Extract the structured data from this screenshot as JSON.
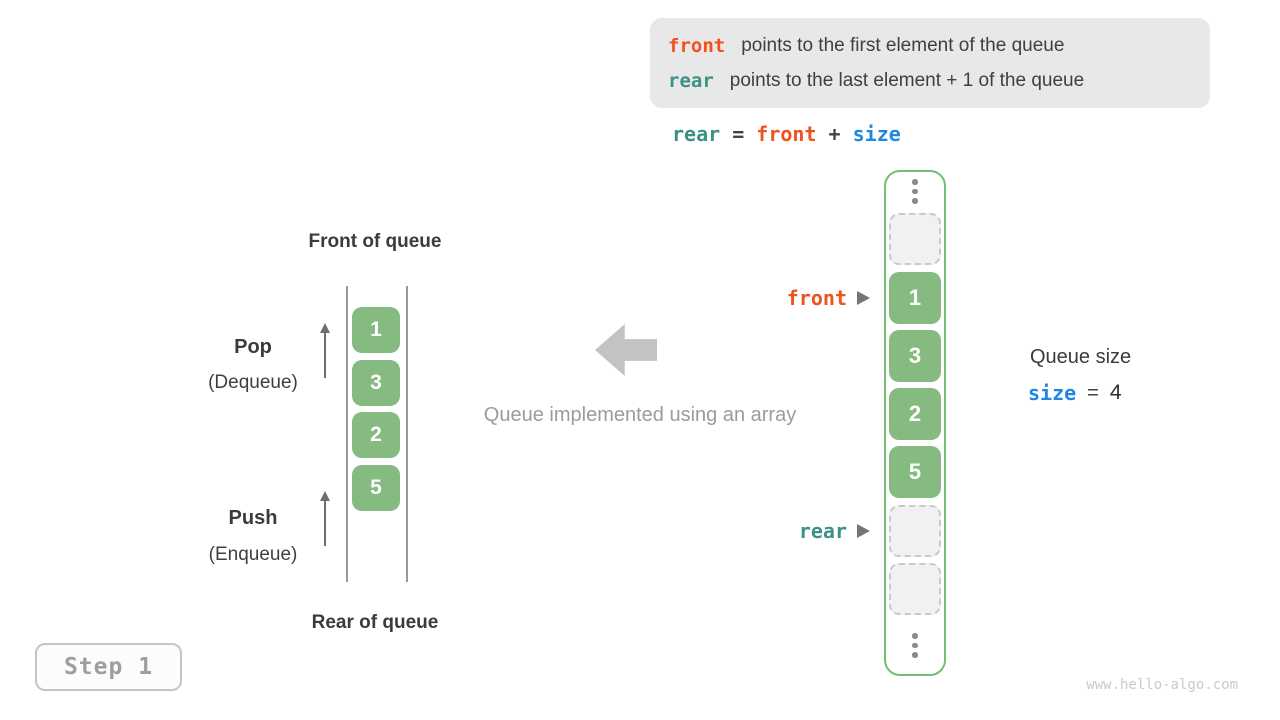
{
  "colors": {
    "front_code": "#F0521D",
    "rear_code": "#3B9186",
    "size_code": "#1C87E5",
    "cell_green": "#85BB80",
    "array_border_green": "#72BE72",
    "info_box_bg": "#E8E8E8"
  },
  "info_box": {
    "lines": [
      {
        "code": "front",
        "text": "points to the first element of the queue"
      },
      {
        "code": "rear",
        "text": "points to the last element + 1 of the queue"
      }
    ]
  },
  "formula": {
    "tokens": [
      {
        "text": "rear"
      },
      {
        "text": " = "
      },
      {
        "text": "front"
      },
      {
        "text": " + "
      },
      {
        "text": "size"
      }
    ]
  },
  "left_queue": {
    "front_label": "Front of queue",
    "rear_label": "Rear of queue",
    "pop": {
      "title": "Pop",
      "subtitle": "(Dequeue)"
    },
    "push": {
      "title": "Push",
      "subtitle": "(Enqueue)"
    },
    "values": [
      "1",
      "3",
      "2",
      "5"
    ]
  },
  "middle": {
    "caption": "Queue implemented using an array"
  },
  "array": {
    "front_pointer": "front",
    "rear_pointer": "rear",
    "cells": [
      {
        "type": "dots"
      },
      {
        "type": "empty"
      },
      {
        "type": "filled",
        "value": "1"
      },
      {
        "type": "filled",
        "value": "3"
      },
      {
        "type": "filled",
        "value": "2"
      },
      {
        "type": "filled",
        "value": "5"
      },
      {
        "type": "empty"
      },
      {
        "type": "empty"
      },
      {
        "type": "dots"
      }
    ]
  },
  "queue_size": {
    "label": "Queue size",
    "code": "size",
    "equals": "=",
    "value": "4"
  },
  "step_badge": {
    "label": "Step 1"
  },
  "watermark": {
    "text": "www.hello-algo.com"
  }
}
